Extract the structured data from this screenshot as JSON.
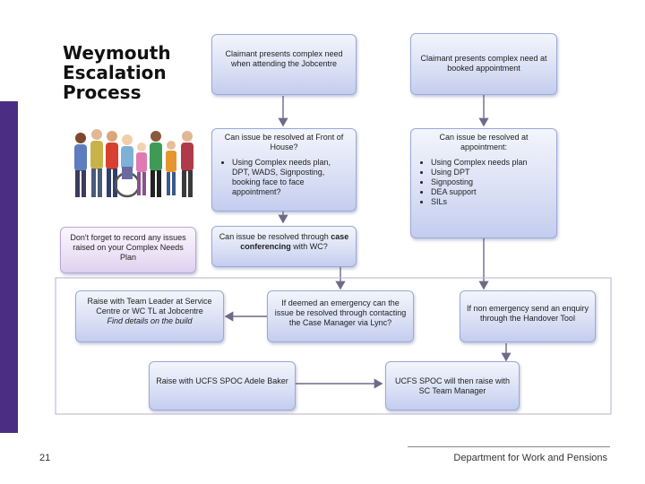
{
  "title": {
    "line1": "Weymouth",
    "line2": "Escalation",
    "line3": "Process"
  },
  "boxes": {
    "presents_jobcentre": "Claimant presents complex need when attending the Jobcentre",
    "presents_appointment": "Claimant presents complex need at booked appointment",
    "front_of_house": {
      "heading": "Can issue be resolved at Front of House?",
      "bullets": [
        "Using Complex needs plan, DPT, WADS, Signposting, booking face to face appointment?"
      ]
    },
    "at_appointment": {
      "heading": "Can issue be resolved at appointment:",
      "bullets": [
        "Using Complex needs plan",
        "Using DPT",
        "Signposting",
        "DEA support",
        "SILs"
      ]
    },
    "reminder": "Don't forget to record any issues raised on your Complex Needs Plan",
    "case_conferencing": {
      "before": "Can issue be resolved through ",
      "bold": "case conferencing",
      "after": " with WC?"
    },
    "team_leader": {
      "text": "Raise with Team Leader at Service Centre or WC TL at Jobcentre",
      "italic": "Find details on the build"
    },
    "emergency_case_manager": "If deemed an emergency can the issue be resolved through contacting the Case Manager via Lync?",
    "non_emergency": "If non emergency send an enquiry through the Handover Tool",
    "ucfs_spoc": "Raise with UCFS SPOC Adele Baker",
    "spoc_raise": "UCFS SPOC will then raise with SC Team Manager"
  },
  "footer": {
    "page_number": "21",
    "department": "Department for Work and Pensions"
  },
  "colors": {
    "accent_bar": "#4b2e83",
    "box_fill": "#dbe1f5",
    "box_border": "#9aa9d8",
    "arrow": "#6f6a8a"
  },
  "illustration": {
    "icon": "group-of-people-icon"
  }
}
